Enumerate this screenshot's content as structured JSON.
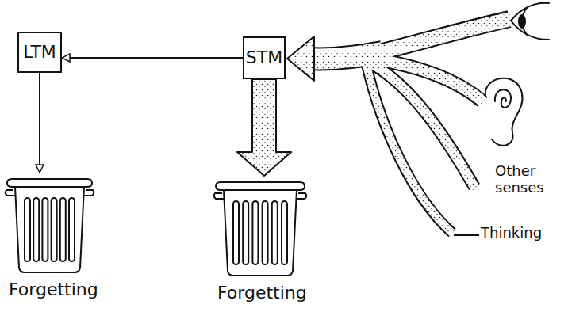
{
  "diagram": {
    "nodes": [
      {
        "text": [
          "LTM"
        ]
      },
      {
        "text": [
          "STM"
        ]
      },
      {
        "text": [
          "Forgetting"
        ]
      },
      {
        "text": [
          "Forgetting"
        ]
      }
    ],
    "edges": [
      {
        "from": 1,
        "to": 0,
        "arrow": "to"
      },
      {
        "from": 0,
        "to": 2,
        "arrow": "to"
      },
      {
        "from": 1,
        "to": 3,
        "arrow": "to"
      }
    ],
    "labels": [
      "Other senses",
      "Thinking"
    ]
  }
}
